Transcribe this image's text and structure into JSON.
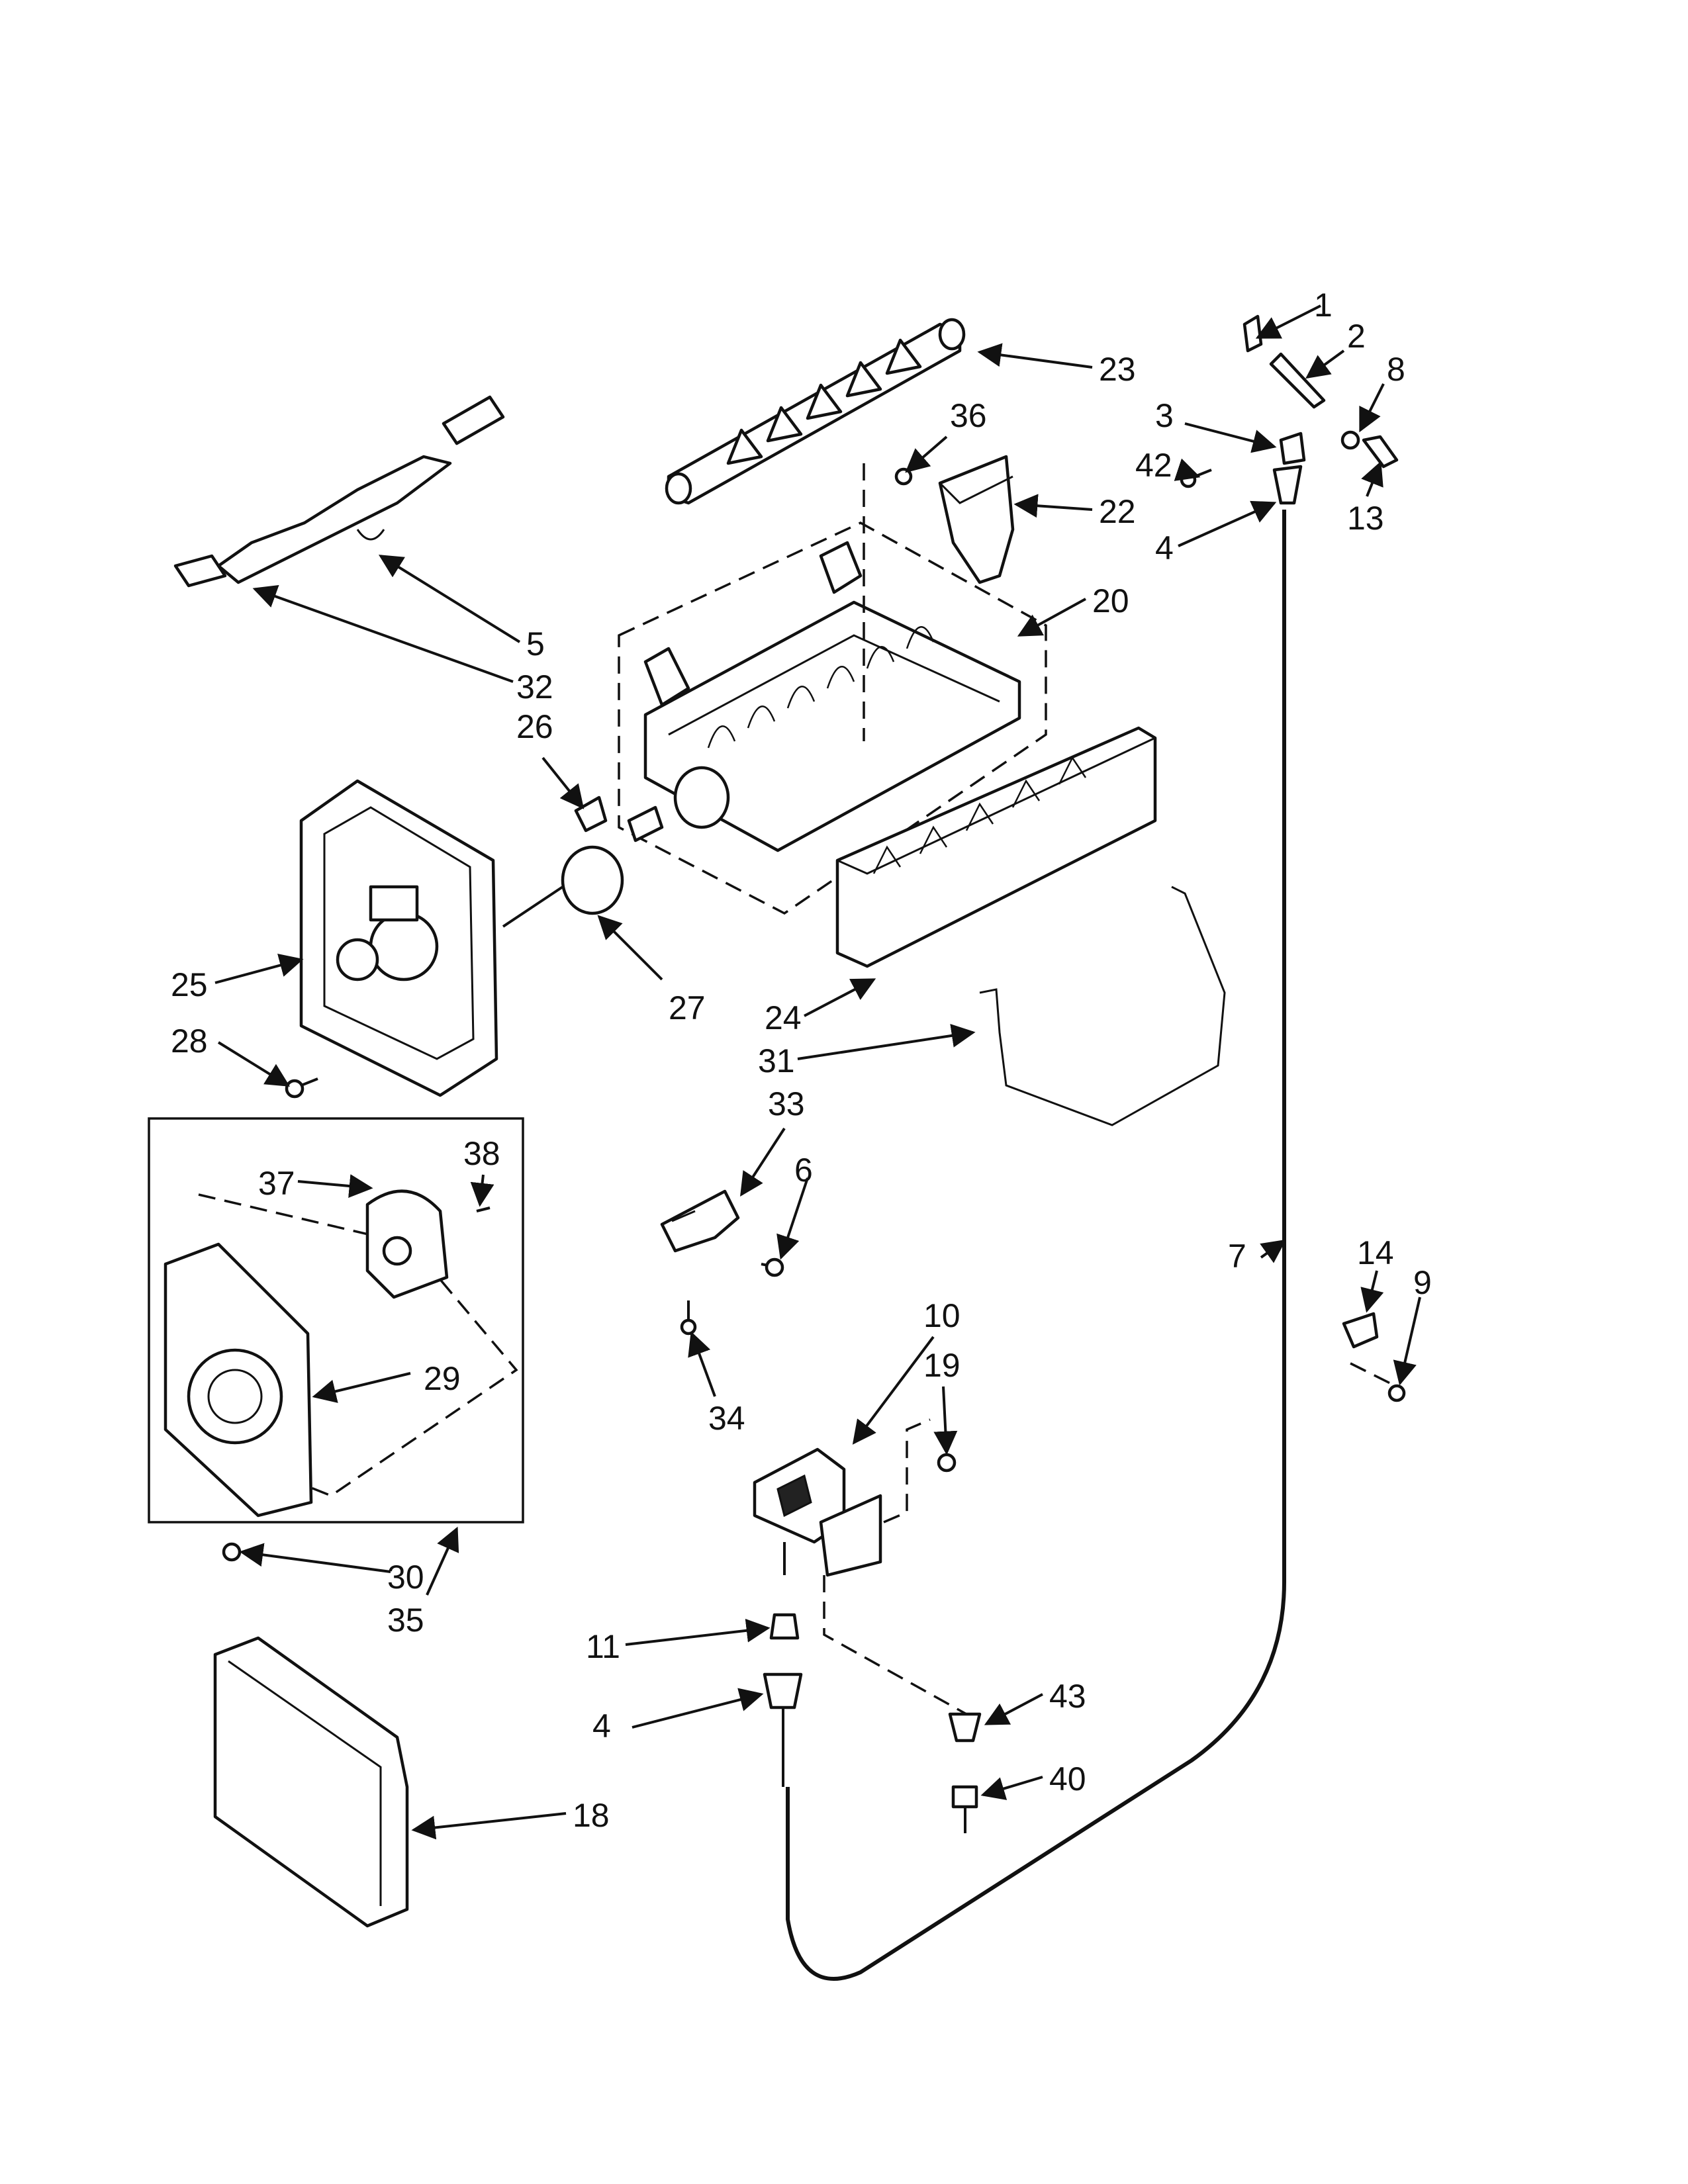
{
  "colors": {
    "ink": "#111111",
    "paper": "#ffffff"
  },
  "callouts": {
    "p1": "1",
    "p2": "2",
    "p3": "3",
    "p4a": "4",
    "p4b": "4",
    "p5": "5",
    "p6": "6",
    "p7": "7",
    "p8": "8",
    "p9": "9",
    "p10": "10",
    "p11": "11",
    "p13": "13",
    "p14": "14",
    "p18": "18",
    "p19": "19",
    "p20": "20",
    "p22": "22",
    "p23": "23",
    "p24": "24",
    "p25": "25",
    "p26": "26",
    "p27": "27",
    "p28": "28",
    "p29": "29",
    "p30": "30",
    "p31": "31",
    "p32": "32",
    "p33": "33",
    "p34": "34",
    "p35": "35",
    "p36": "36",
    "p37": "37",
    "p38": "38",
    "p40": "40",
    "p42": "42",
    "p43": "43"
  }
}
